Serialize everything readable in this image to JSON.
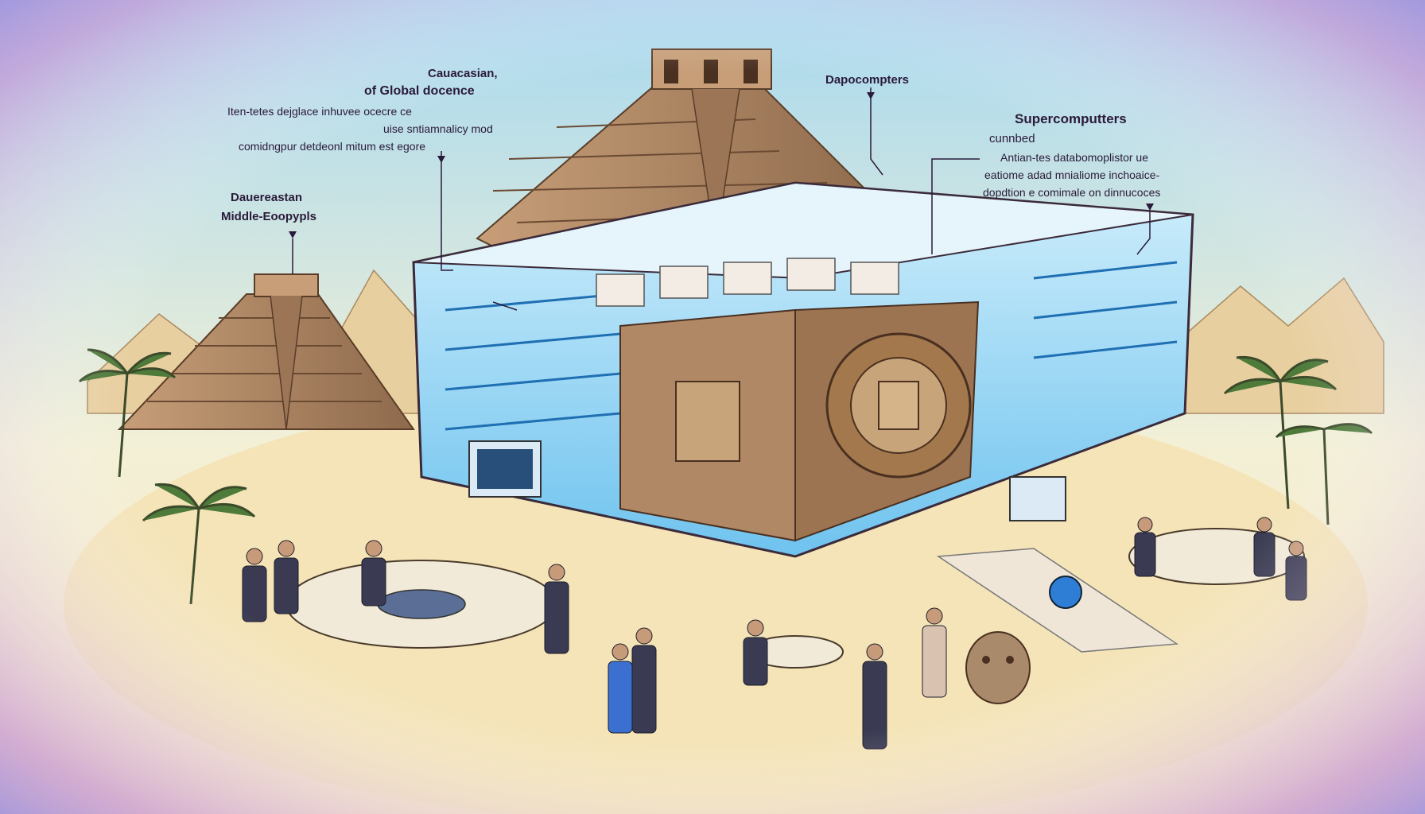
{
  "labels": {
    "top_left": {
      "heading": "Cauacasian,",
      "subheading": "of Global docence",
      "body_lines": [
        "Iten-tetes dejglace inhuvee ocecre ce",
        "uise sntiamnalicy mod",
        "comidngpur detdeonl mitum est egore"
      ]
    },
    "left": {
      "line1": "Dauereastan",
      "line2": "Middle-Eoopypls"
    },
    "top_center": {
      "heading": "Dapocompters"
    },
    "right": {
      "heading": "Supercomputters",
      "subheading": "cunnbed",
      "body_lines": [
        "Antian-tes databomoplistor ue",
        "eatiome adad mnialiome inchoaice-",
        "dopdtion e comimale on dinnucoces"
      ]
    }
  },
  "colors": {
    "sky_top": "#a6d8ef",
    "frame_pink": "#d99bc8",
    "frame_purple": "#8f8ee0",
    "sand": "#f4e4b8",
    "stone": "#b08866",
    "glass_blue": "#48b2e8",
    "carving": "#a3784c"
  }
}
